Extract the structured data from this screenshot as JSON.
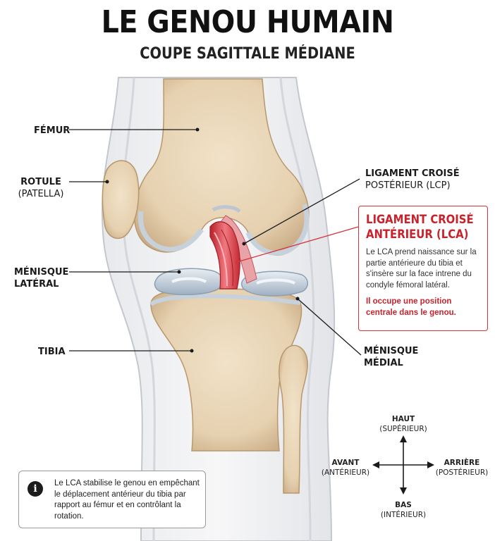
{
  "header": {
    "title": "LE GENOU HUMAIN",
    "subtitle": "COUPE SAGITTALE MÉDIANE"
  },
  "labels": {
    "femur": "FÉMUR",
    "rotule": "ROTULE",
    "rotule_sub": "(PATELLA)",
    "menisque_lat_1": "MÉNISQUE",
    "menisque_lat_2": "LATÉRAL",
    "tibia": "TIBIA",
    "lcp_1": "LIGAMENT CROISÉ",
    "lcp_2": "POSTÉRIEUR (LCP)",
    "menisque_med_1": "MÉNISQUE",
    "menisque_med_2": "MÉDIAL"
  },
  "lca_box": {
    "title_line1": "LIGAMENT CROISÉ",
    "title_line2": "ANTÉRIEUR (LCA)",
    "description": "Le LCA prend naissance sur la partie antérieure du tibia et s'insère sur la face intrene du condyle fémoral latéral.",
    "highlight": "Il occupe une position centrale dans le genou."
  },
  "note": {
    "icon": "info-icon",
    "text": "Le LCA stabilise le genou en empêchant le déplacement antérieur du tibia par rapport au fémur et en contrôlant la rotation."
  },
  "compass": {
    "up": "HAUT",
    "up_sub": "(SUPÉRIEUR)",
    "down": "BAS",
    "down_sub": "(INTÉRIEUR)",
    "left": "AVANT",
    "left_sub": "(ANTÉRIEUR)",
    "right": "ARRIÈRE",
    "right_sub": "(POSTÉRIEUR)"
  },
  "colors": {
    "bone": "#ead7b8",
    "cartilage": "#c9d3dd",
    "ligament_red": "#d8404a",
    "accent_red": "#c8232c"
  }
}
